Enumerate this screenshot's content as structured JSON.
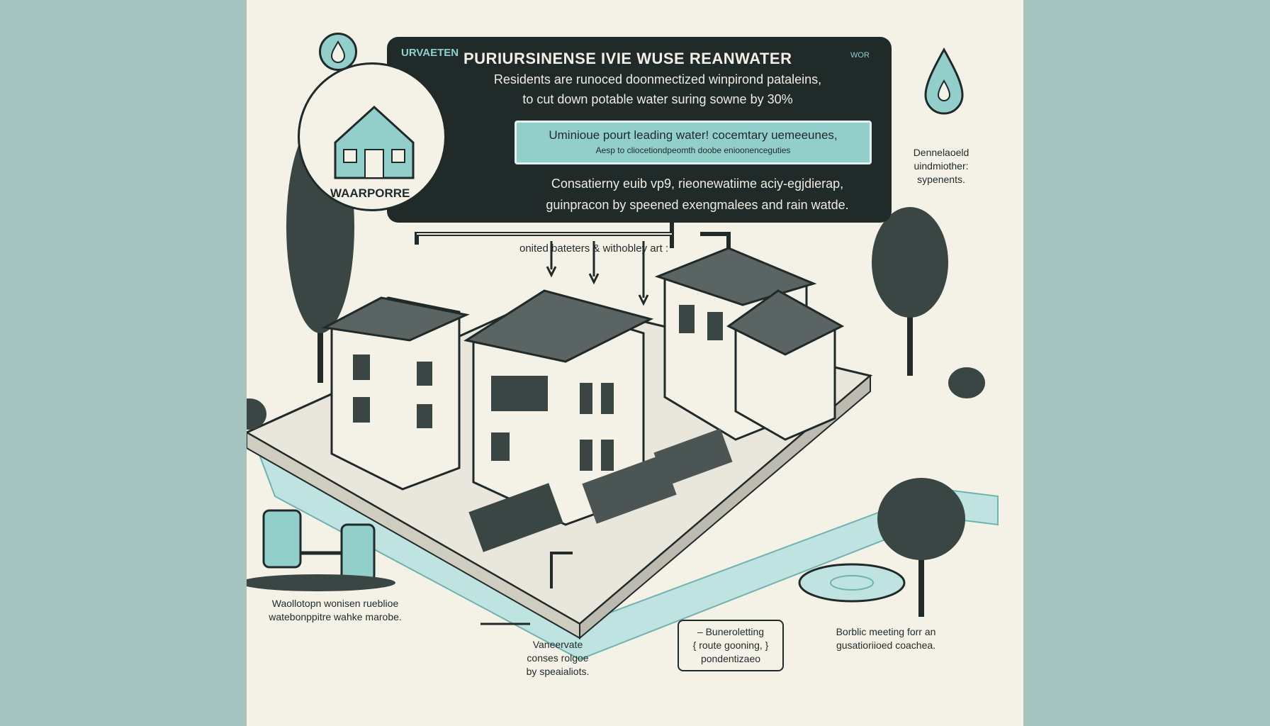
{
  "header": {
    "prefix": "URVAETEN",
    "title": "PURIURSINENSE IVIE WUSE REANWATER",
    "suffix": "WOR",
    "subtitle_line1": "Residents are runoced doonmectized winpirond pataleins,",
    "subtitle_line2": "to cut down potable water suring sowne by 30%"
  },
  "highlight_box": {
    "line1": "Uminioue pourt leading water! cocemtary uemeeunes,",
    "line2": "Aesp to cliocetiondpeomth doobe enioonenceguties"
  },
  "description": {
    "line1": "Consatierny euib vp9, rieonewatiime aciy-egjdierap,",
    "line2": "guinpracon by speened exengmalees and rain watde."
  },
  "arrow_label": "onited bateters  &  withobley art :",
  "house_badge": {
    "label": "WAARPORRE",
    "icon": "house-icon"
  },
  "top_drop_icon": "water-drop-icon",
  "right_note": {
    "line1": "Dennelaoeld",
    "line2": "uindmiother:",
    "line3": "sypenents."
  },
  "left_note": {
    "line1": "Waollotopn wonisen rueblioe",
    "line2": "watebonppitre wahke marobe."
  },
  "center_note": {
    "line1": "Vaneervate",
    "line2": "conses rolgoe",
    "line3": "by speaialiots."
  },
  "boxed_note": {
    "line1": "– Buneroletting",
    "line2": "{ route gooning, }",
    "line3": "pondentizaeo"
  },
  "right_bottom_note": {
    "line1": "Borblic meeting forr an",
    "line2": "gusatioriioed coachea."
  },
  "colors": {
    "background": "#a6c4bf",
    "panel": "#f4f1e7",
    "dark": "#1f2a29",
    "accent": "#92cfcb"
  }
}
